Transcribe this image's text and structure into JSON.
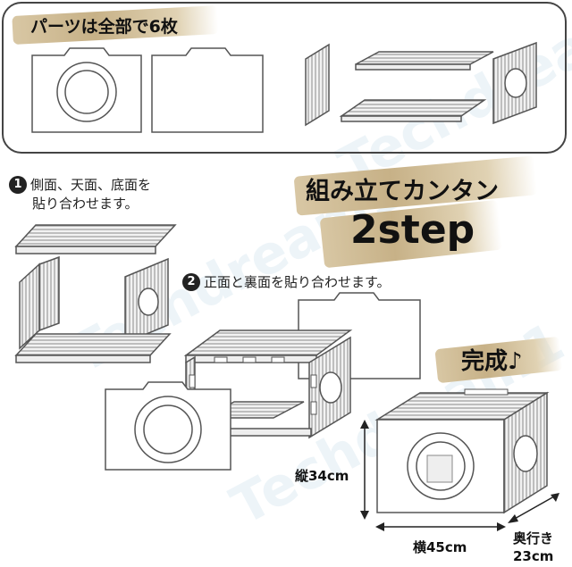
{
  "parts_title": "パーツは全部で6枚",
  "step1": {
    "number": "1",
    "line1": "側面、天面、底面を",
    "line2": "貼り合わせます。"
  },
  "step2": {
    "number": "2",
    "text": "正面と裏面を貼り合わせます。"
  },
  "headline": {
    "line1": "組み立てカンタン",
    "line2": "2step"
  },
  "done_label": "完成♪",
  "dimensions": {
    "height": "縦34cm",
    "width": "横45cm",
    "depth_label": "奥行き",
    "depth_value": "23cm"
  },
  "watermark": "Techdream1"
}
